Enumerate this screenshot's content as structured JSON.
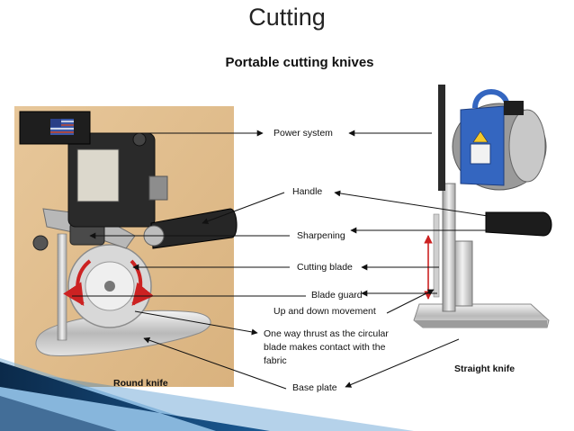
{
  "title": "Cutting",
  "subtitle": "Portable cutting knives",
  "labels": {
    "power_system": "Power system",
    "handle": "Handle",
    "sharpening": "Sharpening",
    "cutting_blade": "Cutting blade",
    "blade_guard": "Blade guard",
    "up_down": "Up and down movement",
    "one_way": "One way thrust as the circular blade makes contact with the fabric",
    "base_plate": "Base plate",
    "round_knife": "Round knife",
    "straight_knife": "Straight knife"
  },
  "colors": {
    "arrow_red": "#cc2222",
    "slide_band_dark": "#0b2a4a",
    "slide_band_blue": "#2b7fc4"
  }
}
